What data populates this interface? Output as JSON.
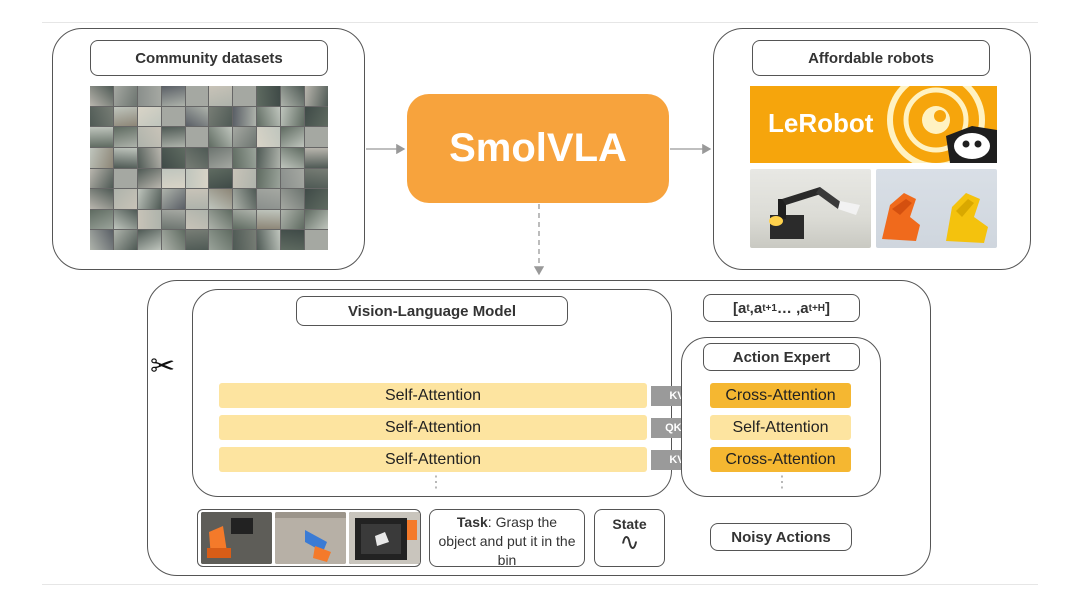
{
  "community": {
    "label": "Community datasets"
  },
  "center": {
    "label": "SmolVLA"
  },
  "robots": {
    "label": "Affordable robots",
    "banner_text": "LeRobot"
  },
  "vlm": {
    "label": "Vision-Language Model",
    "layers": [
      "Self-Attention",
      "Self-Attention",
      "Self-Attention"
    ],
    "ellipsis": "⋮"
  },
  "connectors": [
    "KV",
    "QKV",
    "KV"
  ],
  "expert": {
    "label": "Action Expert",
    "layers": [
      "Cross-Attention",
      "Self-Attention",
      "Cross-Attention"
    ],
    "ellipsis": "⋮"
  },
  "output": {
    "prefix": "[a",
    "sub1": "t",
    "mid1": " ,a",
    "sub2": "t+1",
    "mid2": " … ,a",
    "sub3": "t+H",
    "suffix": "]"
  },
  "task": {
    "bold": "Task",
    "text": ": Grasp the object and put it in the bin"
  },
  "state": {
    "label": "State",
    "symbol": "∿"
  },
  "noisy": {
    "label": "Noisy Actions"
  },
  "icons": {
    "scissors": "✂"
  },
  "colors": {
    "smolvla": "#f7a33d",
    "self_attention": "#fde4a0",
    "cross_attention": "#f5b731",
    "lerobot": "#f6a50c"
  }
}
